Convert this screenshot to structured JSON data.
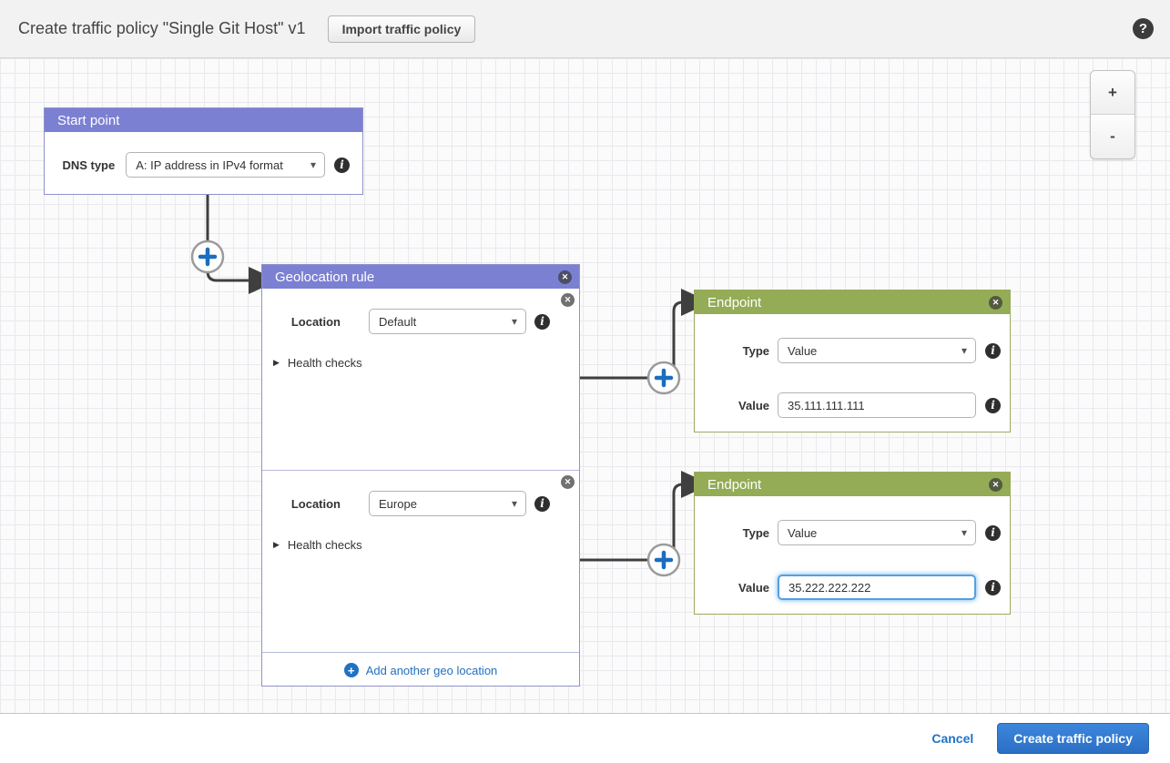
{
  "header": {
    "title": "Create traffic policy \"Single Git Host\" v1",
    "import_button_label": "Import traffic policy",
    "help_icon": "?"
  },
  "zoom_controls": {
    "zoom_in_label": "+",
    "zoom_out_label": "-"
  },
  "diagram": {
    "start_point": {
      "title": "Start point",
      "dns_type_label": "DNS type",
      "dns_type_value": "A: IP address in IPv4 format"
    },
    "geolocation_rule": {
      "title": "Geolocation rule",
      "sections": [
        {
          "location_label": "Location",
          "location_value": "Default",
          "health_checks_label": "Health checks"
        },
        {
          "location_label": "Location",
          "location_value": "Europe",
          "health_checks_label": "Health checks"
        }
      ],
      "add_another_label": "Add another geo location"
    },
    "endpoints": [
      {
        "title": "Endpoint",
        "type_label": "Type",
        "type_value": "Value",
        "value_label": "Value",
        "value_input": "35.111.111.111"
      },
      {
        "title": "Endpoint",
        "type_label": "Type",
        "type_value": "Value",
        "value_label": "Value",
        "value_input": "35.222.222.222"
      }
    ]
  },
  "action_bar": {
    "cancel_label": "Cancel",
    "create_label": "Create traffic policy"
  },
  "icons": {
    "close": "✕",
    "info": "i",
    "plus": "+",
    "caret_down": "▾",
    "collapsed_arrow": "▶"
  },
  "colors": {
    "purple_header": "#7b80d2",
    "green_header": "#94ac55",
    "accent_blue": "#1b6ebe",
    "connector": "#3f3f3f",
    "button_blue": "#2e78cf"
  }
}
